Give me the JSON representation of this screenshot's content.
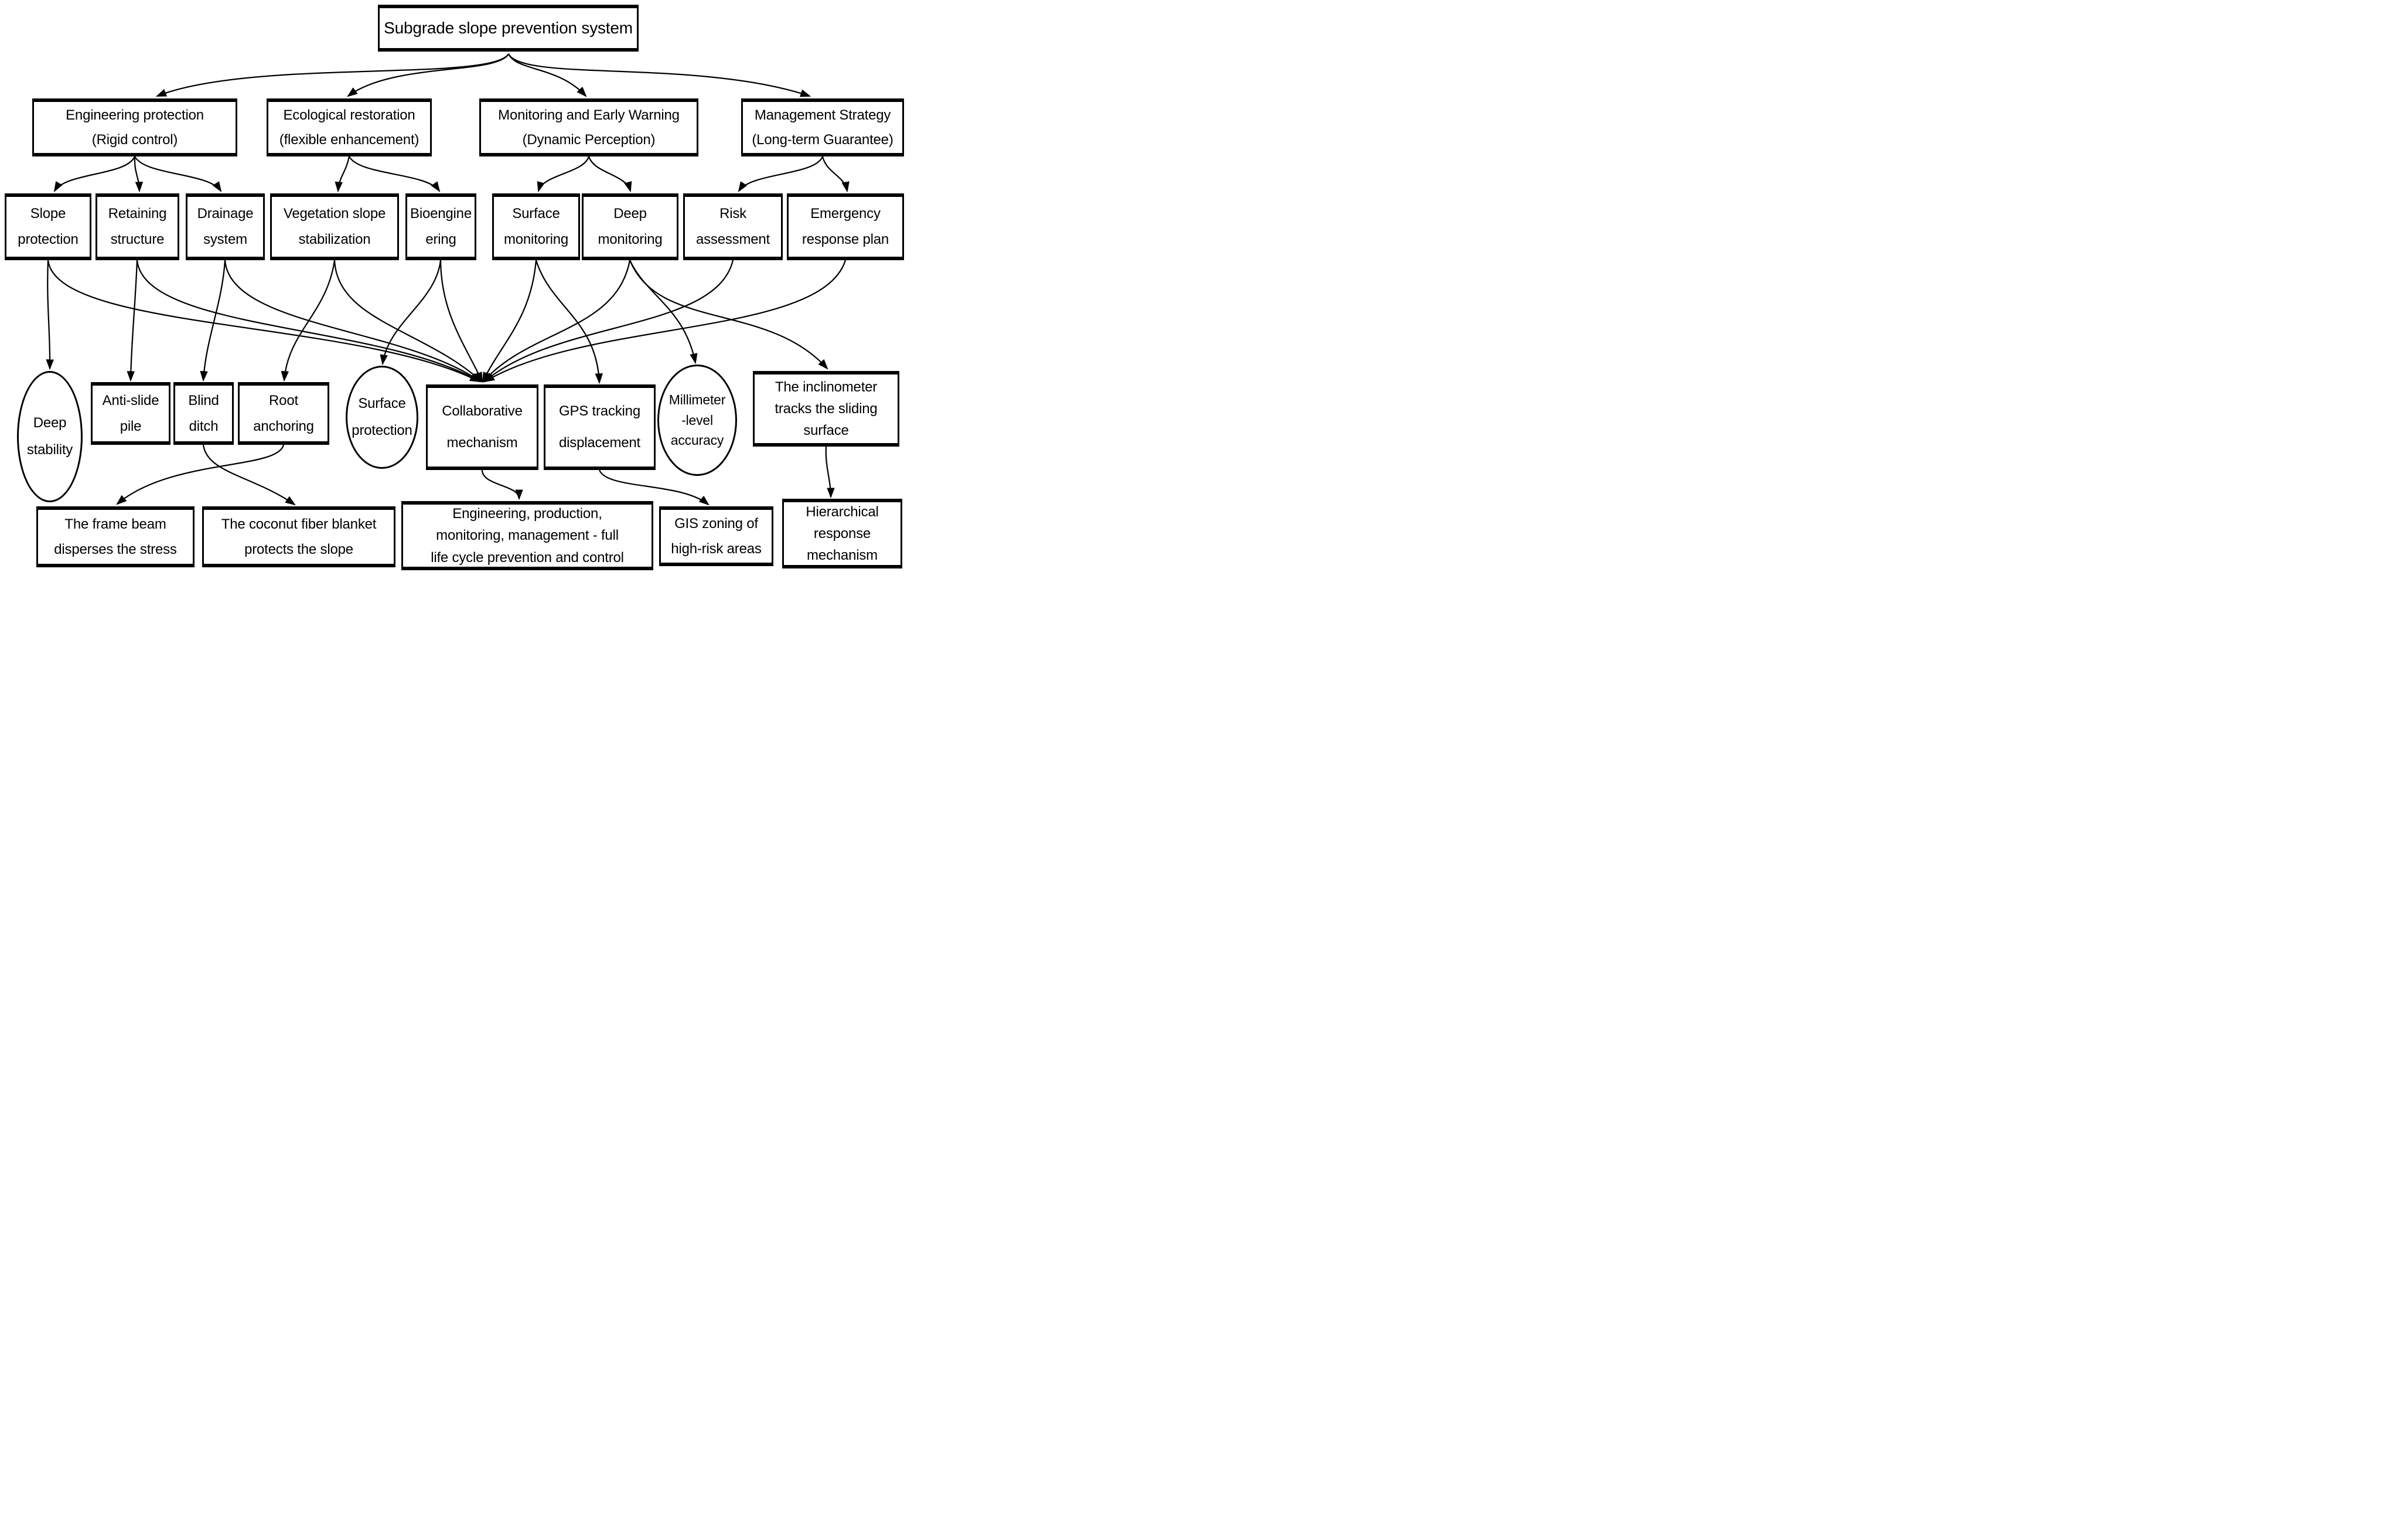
{
  "diagram_title": "Subgrade slope prevention system",
  "nodes": {
    "top": {
      "label": "Subgrade slope prevention system",
      "shape": "rect",
      "level": 1
    },
    "eng": {
      "label": "Engineering protection\n(Rigid control)",
      "shape": "rect",
      "level": 2
    },
    "eco": {
      "label": "Ecological restoration\n(flexible enhancement)",
      "shape": "rect",
      "level": 2
    },
    "mon": {
      "label": "Monitoring and Early Warning\n(Dynamic Perception)",
      "shape": "rect",
      "level": 2
    },
    "mgmt": {
      "label": "Management Strategy\n(Long-term Guarantee)",
      "shape": "rect",
      "level": 2
    },
    "slope": {
      "label": "Slope\nprotection",
      "shape": "rect",
      "level": 3
    },
    "retaining": {
      "label": "Retaining\nstructure",
      "shape": "rect",
      "level": 3
    },
    "drainage": {
      "label": "Drainage\nsystem",
      "shape": "rect",
      "level": 3
    },
    "vegetation": {
      "label": "Vegetation slope\nstabilization",
      "shape": "rect",
      "level": 3
    },
    "bioeng": {
      "label": "Bioengine\nering",
      "shape": "rect",
      "level": 3
    },
    "surfmon": {
      "label": "Surface\nmonitoring",
      "shape": "rect",
      "level": 3
    },
    "deepmon": {
      "label": "Deep\nmonitoring",
      "shape": "rect",
      "level": 3
    },
    "risk": {
      "label": "Risk\nassessment",
      "shape": "rect",
      "level": 3
    },
    "emergency": {
      "label": "Emergency\nresponse plan",
      "shape": "rect",
      "level": 3
    },
    "deepstab": {
      "label": "Deep\nstability",
      "shape": "ellipse",
      "level": 4
    },
    "antislide": {
      "label": "Anti-slide\npile",
      "shape": "rect",
      "level": 4
    },
    "blind": {
      "label": "Blind\nditch",
      "shape": "rect",
      "level": 4
    },
    "root": {
      "label": "Root\nanchoring",
      "shape": "rect",
      "level": 4
    },
    "surfprot": {
      "label": "Surface\nprotection",
      "shape": "ellipse",
      "level": 4
    },
    "collab": {
      "label": "Collaborative\nmechanism",
      "shape": "rect",
      "level": 4
    },
    "gps": {
      "label": "GPS tracking\ndisplacement",
      "shape": "rect",
      "level": 4
    },
    "millimeter": {
      "label": "Millimeter\n-level\naccuracy",
      "shape": "ellipse",
      "level": 4
    },
    "inclino": {
      "label": "The inclinometer\ntracks the sliding\nsurface",
      "shape": "rect",
      "level": 4
    },
    "framebeam": {
      "label": "The frame beam\ndisperses the stress",
      "shape": "rect",
      "level": 5
    },
    "coconut": {
      "label": "The coconut fiber blanket\nprotects the slope",
      "shape": "rect",
      "level": 5
    },
    "fullcycle": {
      "label": "Engineering, production,\nmonitoring, management - full\nlife cycle prevention and control",
      "shape": "rect",
      "level": 5
    },
    "gis": {
      "label": "GIS zoning of\nhigh-risk areas",
      "shape": "rect",
      "level": 5
    },
    "hier": {
      "label": "Hierarchical\nresponse\nmechanism",
      "shape": "rect",
      "level": 5
    }
  },
  "edges": [
    {
      "from": "top",
      "to": "eng"
    },
    {
      "from": "top",
      "to": "eco"
    },
    {
      "from": "top",
      "to": "mon"
    },
    {
      "from": "top",
      "to": "mgmt"
    },
    {
      "from": "eng",
      "to": "slope"
    },
    {
      "from": "eng",
      "to": "retaining"
    },
    {
      "from": "eng",
      "to": "drainage"
    },
    {
      "from": "eco",
      "to": "vegetation"
    },
    {
      "from": "eco",
      "to": "bioeng"
    },
    {
      "from": "mon",
      "to": "surfmon"
    },
    {
      "from": "mon",
      "to": "deepmon"
    },
    {
      "from": "mgmt",
      "to": "risk"
    },
    {
      "from": "mgmt",
      "to": "emergency"
    },
    {
      "from": "slope",
      "to": "deepstab"
    },
    {
      "from": "retaining",
      "to": "antislide"
    },
    {
      "from": "drainage",
      "to": "blind"
    },
    {
      "from": "vegetation",
      "to": "root"
    },
    {
      "from": "bioeng",
      "to": "surfprot"
    },
    {
      "from": "surfmon",
      "to": "gps"
    },
    {
      "from": "deepmon",
      "to": "millimeter"
    },
    {
      "from": "deepmon",
      "to": "inclino"
    },
    {
      "from": "slope",
      "to": "collab"
    },
    {
      "from": "retaining",
      "to": "collab"
    },
    {
      "from": "drainage",
      "to": "collab"
    },
    {
      "from": "vegetation",
      "to": "collab"
    },
    {
      "from": "bioeng",
      "to": "collab"
    },
    {
      "from": "surfmon",
      "to": "collab"
    },
    {
      "from": "deepmon",
      "to": "collab"
    },
    {
      "from": "risk",
      "to": "collab"
    },
    {
      "from": "emergency",
      "to": "collab"
    },
    {
      "from": "blind",
      "to": "coconut"
    },
    {
      "from": "root",
      "to": "framebeam"
    },
    {
      "from": "collab",
      "to": "fullcycle"
    },
    {
      "from": "gps",
      "to": "gis"
    },
    {
      "from": "inclino",
      "to": "hier"
    }
  ],
  "colors": {
    "line": "#000000",
    "box_border": "#000000",
    "background": "#ffffff"
  }
}
